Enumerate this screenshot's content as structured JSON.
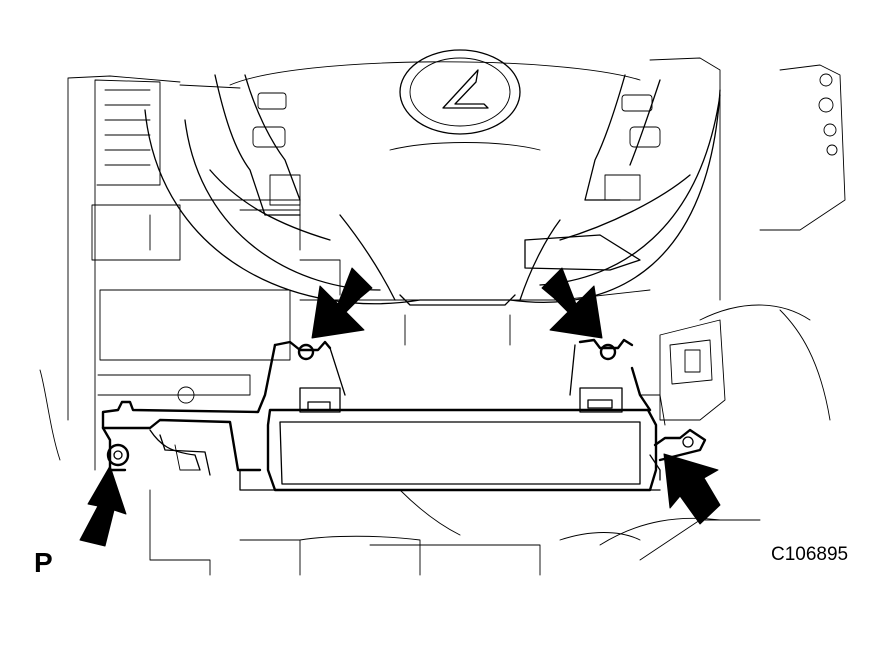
{
  "figure": {
    "view_label": "P",
    "figure_id": "C106895"
  },
  "arrows": [
    {
      "name": "arrow-upper-left-clip",
      "direction": "down-left"
    },
    {
      "name": "arrow-upper-right-clip",
      "direction": "down-right"
    },
    {
      "name": "arrow-lower-left-screw",
      "direction": "up"
    },
    {
      "name": "arrow-lower-right-bracket",
      "direction": "up-left"
    }
  ],
  "colors": {
    "line": "#000000",
    "background": "#ffffff"
  }
}
